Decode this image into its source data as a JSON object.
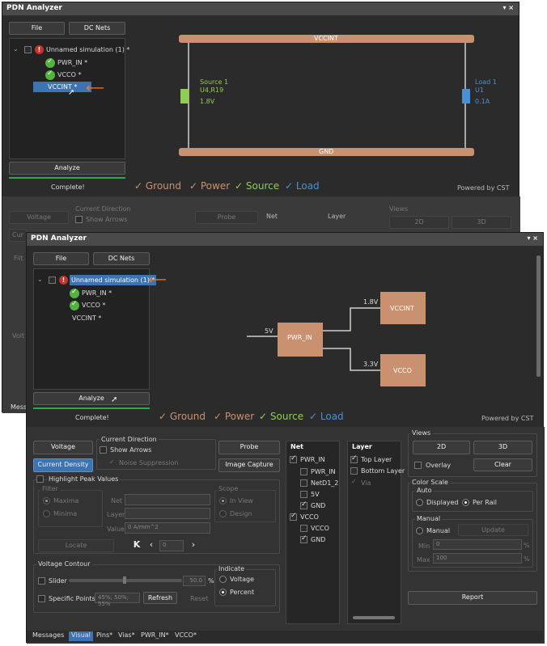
{
  "back": {
    "title": "PDN Analyzer",
    "controls": "▾ ×",
    "file_btn": "File",
    "dcnets_btn": "DC Nets",
    "tree": {
      "root": "Unnamed simulation (1) *",
      "items": [
        "PWR_IN *",
        "VCCO *",
        "VCCINT *"
      ]
    },
    "analyze_btn": "Analyze",
    "status": "Complete!",
    "diagram": {
      "top_rail": "VCCINT",
      "bottom_rail": "GND",
      "source_title": "Source 1",
      "source_ref": "U4,R19",
      "source_val": "1.8V",
      "load_title": "Load 1",
      "load_ref": "U1",
      "load_val": "0.1A"
    },
    "legend": {
      "ground": "Ground",
      "power": "Power",
      "source": "Source",
      "load": "Load"
    },
    "powered": "Powered by CST",
    "peek": {
      "voltage": "Voltage",
      "current_direction": "Current Direction",
      "show_arrows": "Show Arrows",
      "probe": "Probe",
      "net": "Net",
      "layer": "Layer",
      "views": "Views",
      "v2d": "2D",
      "v3d": "3D",
      "cur": "Cur",
      "filt": "Filt",
      "volt": "Volt",
      "mess": "Mess"
    }
  },
  "front": {
    "title": "PDN Analyzer",
    "controls": "▾ ×",
    "file_btn": "File",
    "dcnets_btn": "DC Nets",
    "tree": {
      "root": "Unnamed simulation (1) *",
      "items": [
        "PWR_IN *",
        "VCCO *",
        "VCCINT *"
      ]
    },
    "analyze_btn": "Analyze",
    "status": "Complete!",
    "diagram": {
      "pwr_in": "PWR_IN",
      "vccint": "VCCINT",
      "vcco": "VCCO",
      "in_v": "5V",
      "vccint_v": "1.8V",
      "vcco_v": "3.3V"
    },
    "legend": {
      "ground": "Ground",
      "power": "Power",
      "source": "Source",
      "load": "Load"
    },
    "powered": "Powered by CST",
    "controls_panel": {
      "voltage_btn": "Voltage",
      "current_density_btn": "Current Density",
      "current_direction": "Current Direction",
      "show_arrows": "Show Arrows",
      "noise_suppression": "Noise Suppression",
      "probe_btn": "Probe",
      "image_capture_btn": "Image Capture",
      "highlight_peak": "Highlight Peak Values",
      "filter": "Filter",
      "maxima": "Maxima",
      "minima": "Minima",
      "net_lbl": "Net",
      "layer_lbl": "Layer",
      "value_lbl": "Value",
      "value_val": "0 A/mm^2",
      "scope": "Scope",
      "in_view": "In View",
      "design": "Design",
      "locate_btn": "Locate",
      "nav_val": "0",
      "voltage_contour": "Voltage Contour",
      "slider": "Slider",
      "slider_val": "50.0",
      "pct": "%",
      "specific_points": "Specific Points",
      "points_val": "45%; 50%; 55%",
      "refresh_btn": "Refresh",
      "reset_btn": "Reset",
      "indicate": "Indicate",
      "ind_voltage": "Voltage",
      "ind_percent": "Percent"
    },
    "net_panel": {
      "header": "Net",
      "items": [
        "PWR_IN",
        "PWR_IN",
        "NetD1_2",
        "5V",
        "GND",
        "VCCO",
        "VCCO",
        "GND"
      ]
    },
    "layer_panel": {
      "header": "Layer",
      "items": [
        "Top Layer",
        "Bottom Layer",
        "Via"
      ]
    },
    "views": {
      "header": "Views",
      "v2d": "2D",
      "v3d": "3D",
      "overlay": "Overlay",
      "clear_btn": "Clear"
    },
    "color_scale": {
      "header": "Color Scale",
      "auto": "Auto",
      "displayed": "Displayed",
      "per_rail": "Per Rail",
      "manual_grp": "Manual",
      "manual": "Manual",
      "update_btn": "Update",
      "min_lbl": "Min",
      "min_val": "0",
      "max_lbl": "Max",
      "max_val": "100",
      "pct": "%"
    },
    "report_btn": "Report",
    "tabs": [
      "Messages",
      "Visual",
      "Pins*",
      "Vias*",
      "PWR_IN*",
      "VCCO*"
    ]
  },
  "colors": {
    "accent": "#3b73b3",
    "copper": "#c9916f",
    "source": "#8fcf4f",
    "load": "#4a90d9",
    "arrow": "#f07d2a"
  }
}
